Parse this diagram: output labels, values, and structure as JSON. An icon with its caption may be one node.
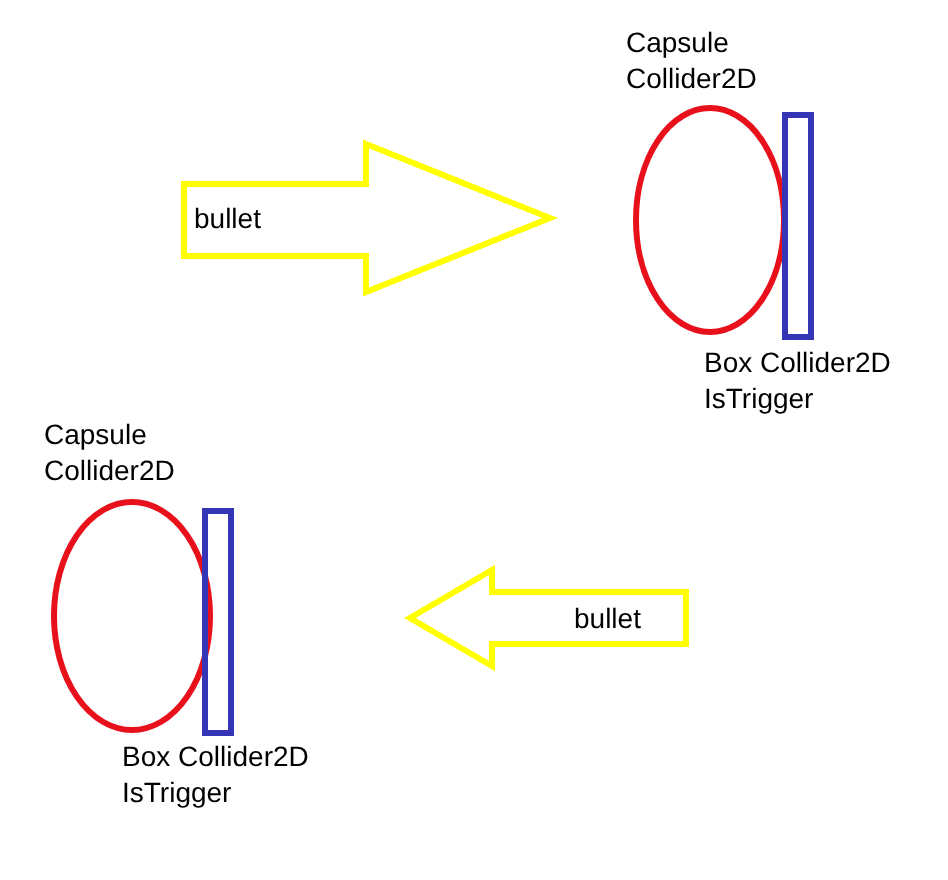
{
  "diagram": {
    "nodes": [
      {
        "text": [
          "bullet"
        ]
      },
      {
        "text": [
          "Capsule Collider2D"
        ]
      },
      {
        "text": [
          "Box Collider2D IsTrigger"
        ]
      },
      {
        "text": [
          "Capsule Collider2D"
        ]
      },
      {
        "text": [
          "Box Collider2D IsTrigger"
        ]
      },
      {
        "text": [
          "bullet"
        ]
      }
    ]
  }
}
